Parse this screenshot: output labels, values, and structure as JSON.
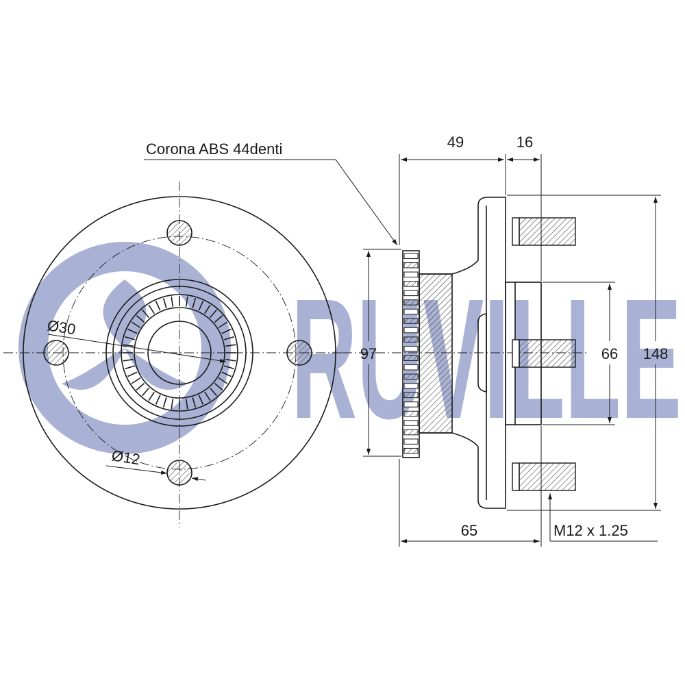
{
  "brand": {
    "name": "RUVILLE",
    "color": "#a9b2d4"
  },
  "labels": {
    "abs_ring": "Corona ABS 44denti",
    "bore_dia": "Ø30",
    "hole_dia": "Ø12",
    "thread": "M12 x 1.25"
  },
  "dimensions": {
    "width_49": "49",
    "width_16": "16",
    "dia_97": "97",
    "dia_66": "66",
    "dia_148": "148",
    "length_65": "65"
  },
  "abs_teeth": 44,
  "colors": {
    "line": "#1a1a1a",
    "hatch": "#444444"
  }
}
